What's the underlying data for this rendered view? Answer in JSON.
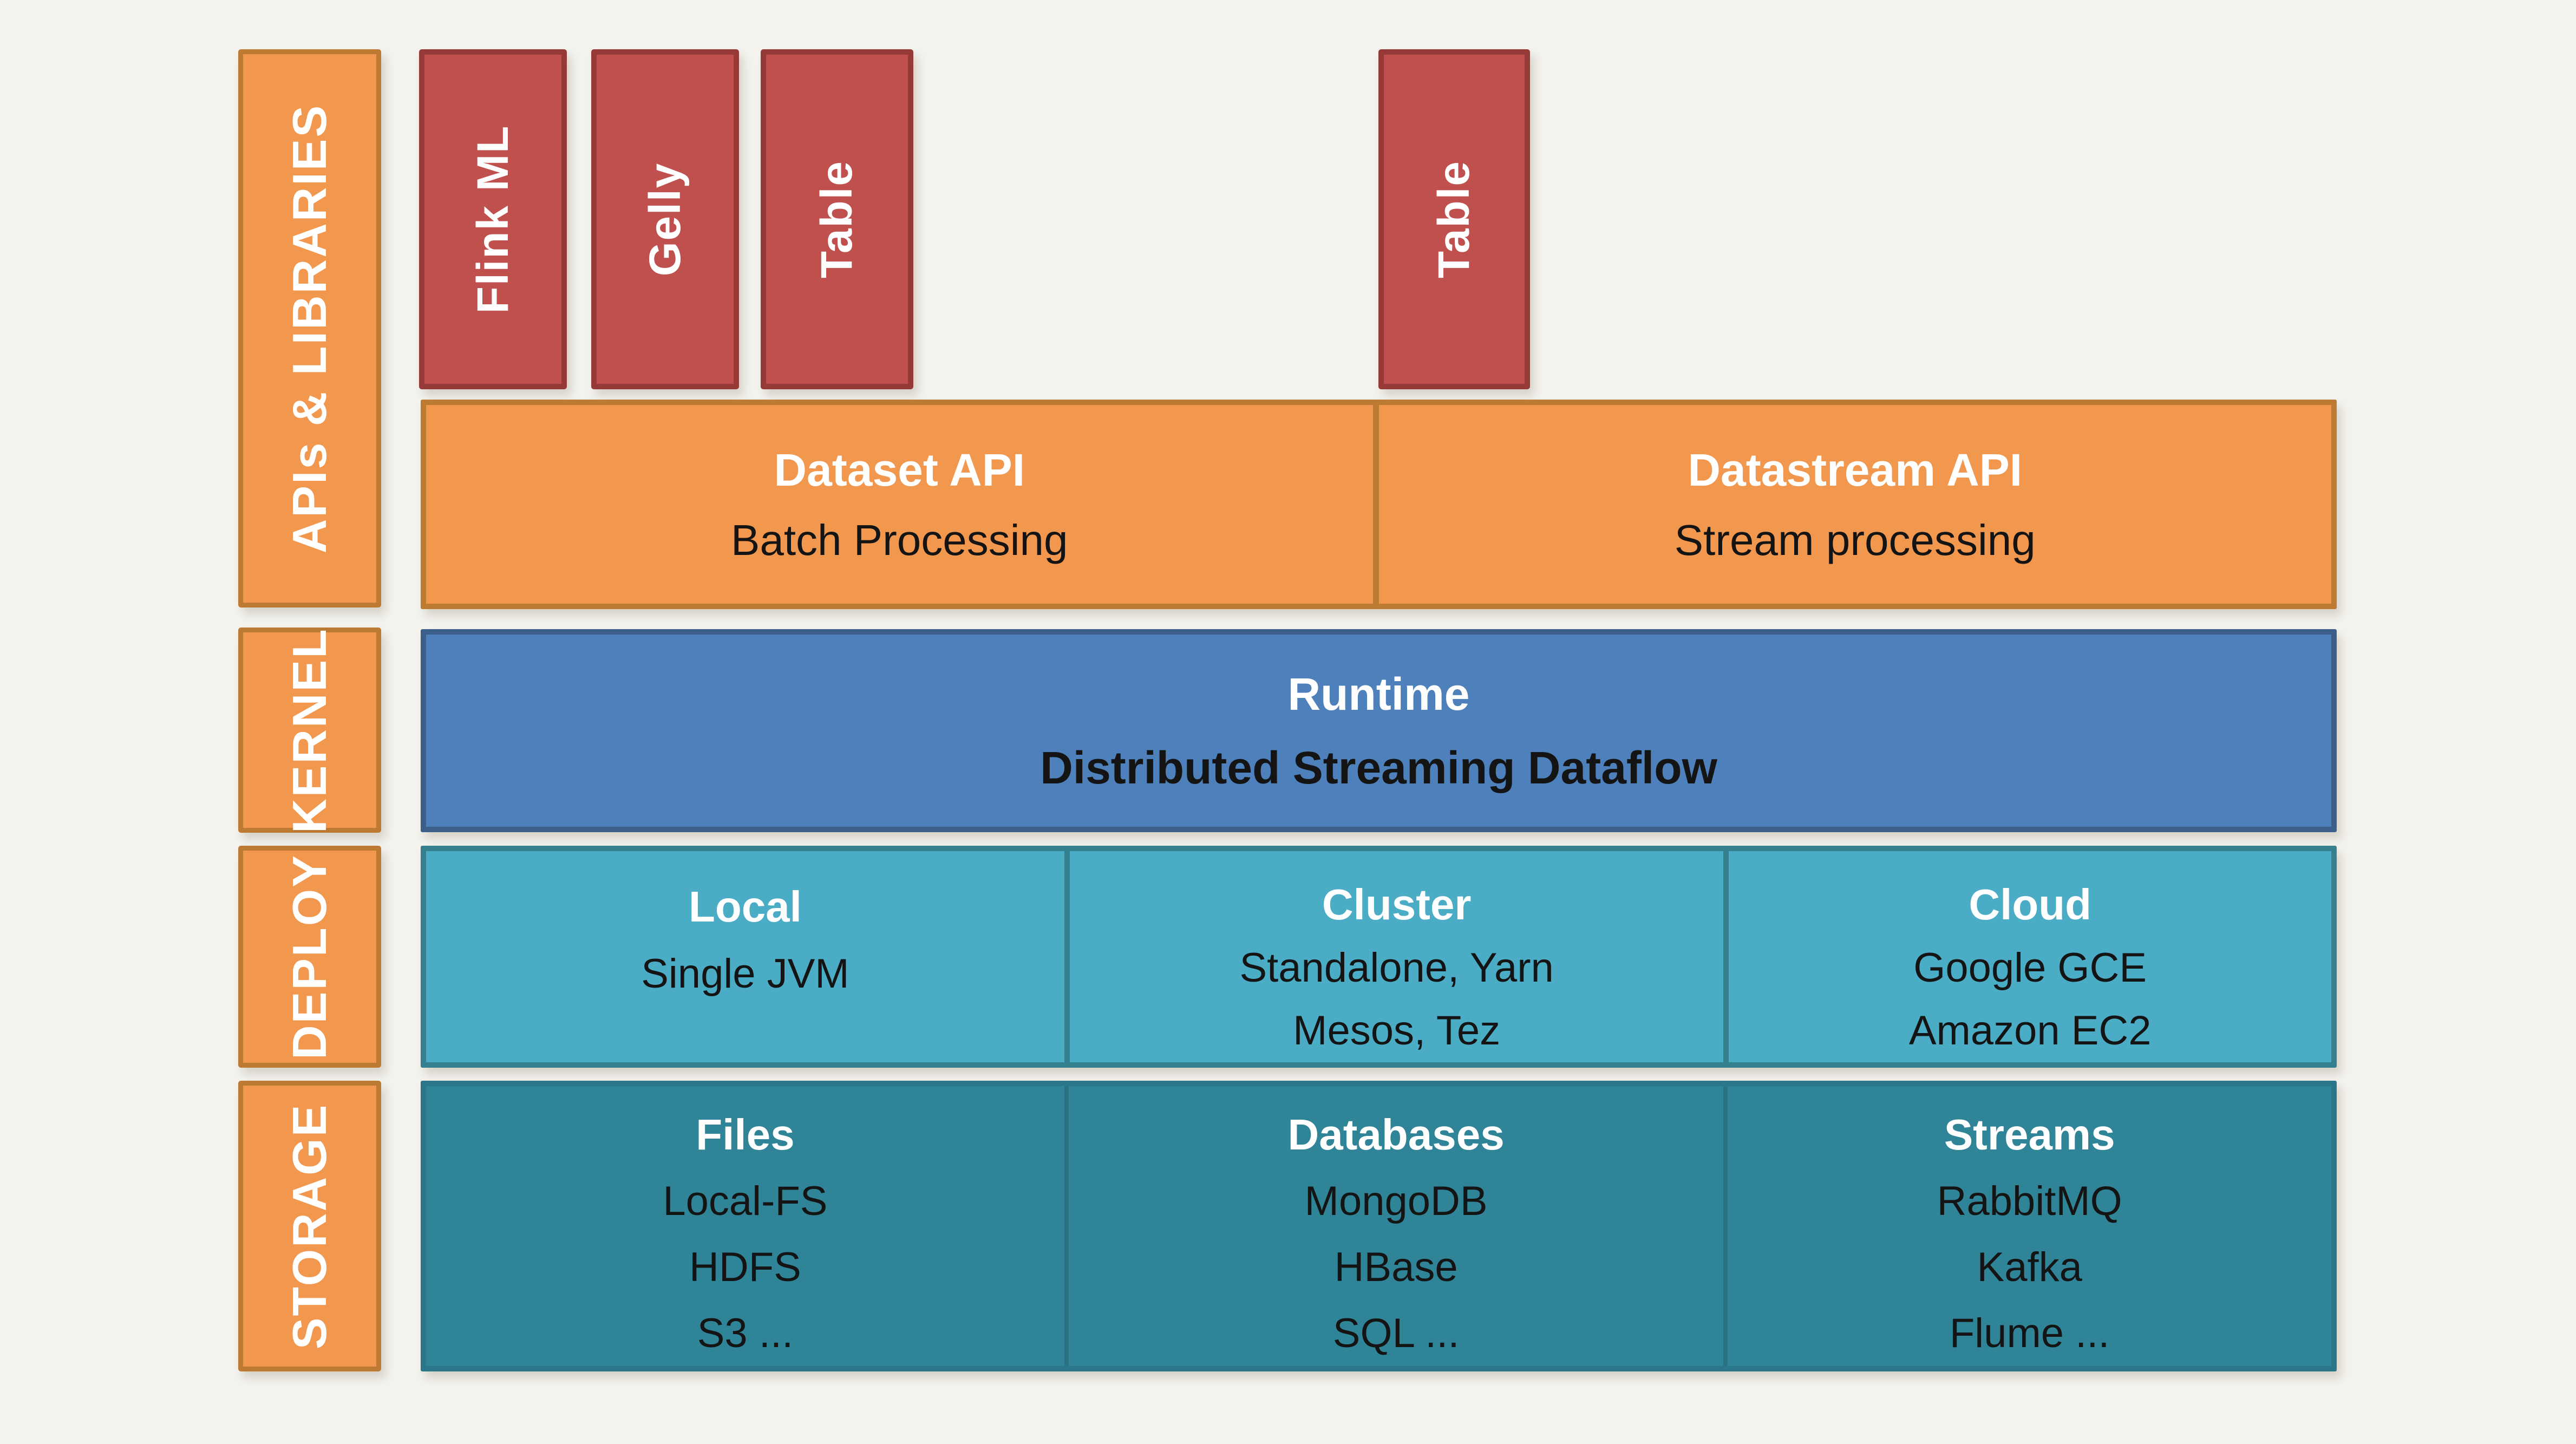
{
  "colors": {
    "bg": "#F3F2ED",
    "orange-fill": "#F2974E",
    "orange-border": "#BC7A33",
    "red-fill": "#C0504D",
    "red-border": "#953A37",
    "blue-fill": "#4E80BB",
    "blue-border": "#3B5F8A",
    "teal-fill": "#4BACC6",
    "teal-border": "#35808F",
    "storage-fill": "#2F8497",
    "storage-border": "#2B7688",
    "storage-divider": "#2A7283"
  },
  "side_labels": {
    "apis": "APIs & LIBRARIES",
    "kernel": "KERNEL",
    "deploy": "DEPLOY",
    "storage": "STORAGE"
  },
  "libraries": {
    "flink_ml": "Flink ML",
    "gelly": "Gelly",
    "table_dataset": "Table",
    "table_datastream": "Table"
  },
  "api_row": {
    "dataset": {
      "title": "Dataset API",
      "subtitle": "Batch Processing"
    },
    "datastream": {
      "title": "Datastream API",
      "subtitle": "Stream processing"
    }
  },
  "kernel_row": {
    "title": "Runtime",
    "subtitle": "Distributed Streaming Dataflow"
  },
  "deploy_row": {
    "cells": [
      {
        "title": "Local",
        "lines": [
          "Single JVM"
        ]
      },
      {
        "title": "Cluster",
        "lines": [
          "Standalone, Yarn",
          "Mesos, Tez"
        ]
      },
      {
        "title": "Cloud",
        "lines": [
          "Google GCE",
          "Amazon EC2"
        ]
      }
    ]
  },
  "storage_row": {
    "cells": [
      {
        "title": "Files",
        "lines": [
          "Local-FS",
          "HDFS",
          "S3 ..."
        ]
      },
      {
        "title": "Databases",
        "lines": [
          "MongoDB",
          "HBase",
          "SQL ..."
        ]
      },
      {
        "title": "Streams",
        "lines": [
          "RabbitMQ",
          "Kafka",
          "Flume ..."
        ]
      }
    ]
  }
}
